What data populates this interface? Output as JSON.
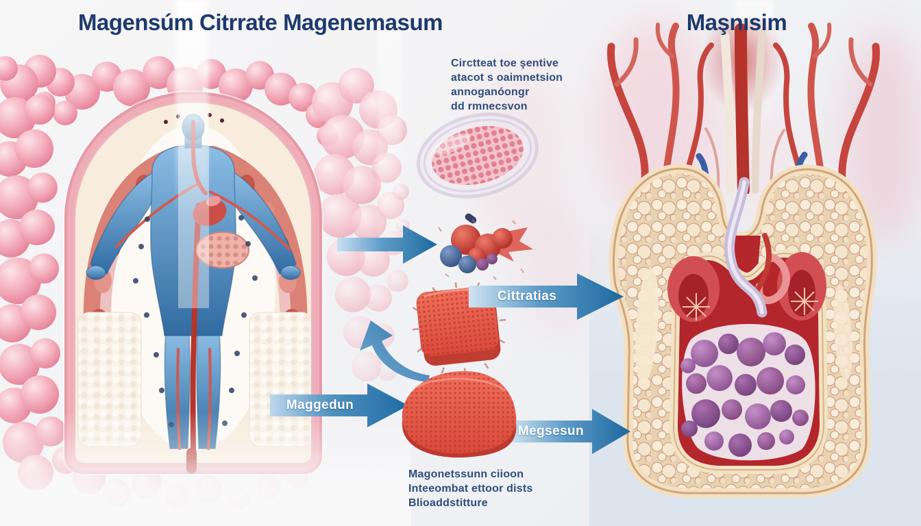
{
  "titles": {
    "left": "Magensúm Citrrate Magenemasum",
    "right": "Maşnısim"
  },
  "notes": {
    "top": [
      "Circtteat toe şentive",
      "atacot s oaimnetsion",
      "annoganóongr",
      "dd rmnecsvon"
    ],
    "bottom": [
      "Magonetssunn ciioon",
      "Inteeombat ettoor dists",
      "Blioaddstitture"
    ]
  },
  "arrows": {
    "citrate": "Cittratias",
    "mag_left": "Maggedun",
    "mag_right": "Megsesun"
  },
  "colors": {
    "title_navy": "#1c3a6d",
    "note_navy": "#2e4d7b",
    "arrow_blue_dark": "#1d689f",
    "arrow_blue_light": "#c9e0f1",
    "tablet_red": "#da4a3c",
    "bubble_pink": "#f3aebc",
    "bone_tan": "#e9d2b2",
    "marrow_red": "#b3262c",
    "marrow_cell_purple": "#8d5292",
    "body_blue": "#306ba1",
    "capsule_pink": "#f2c3cc"
  }
}
